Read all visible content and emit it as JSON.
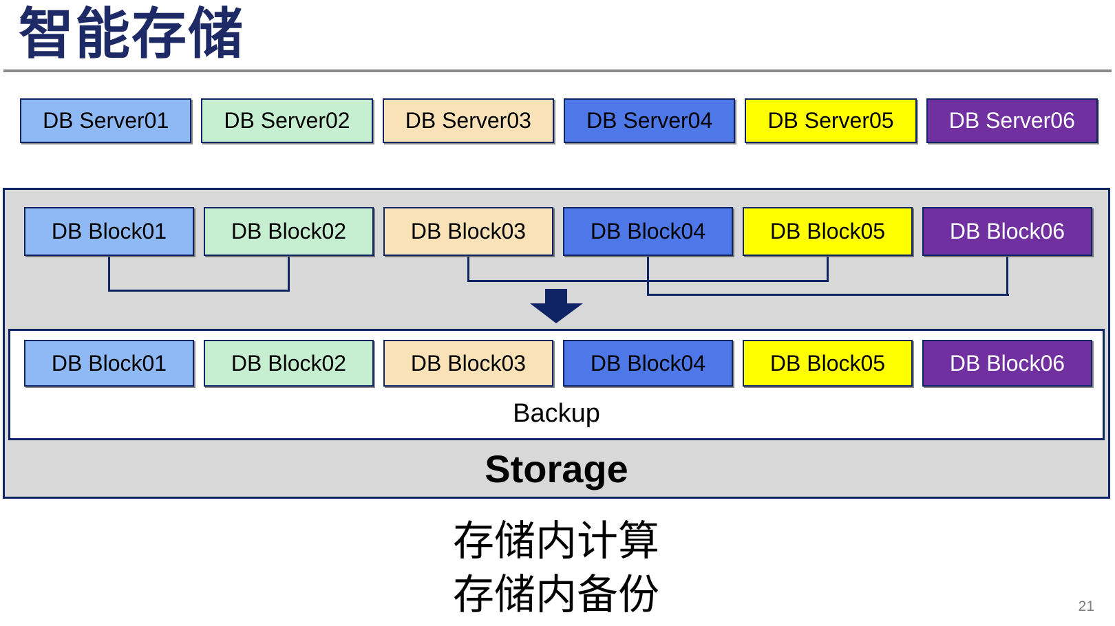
{
  "title": "智能存储",
  "servers": [
    "DB Server01",
    "DB Server02",
    "DB Server03",
    "DB Server04",
    "DB Server05",
    "DB Server06"
  ],
  "storage_unit": {
    "source_blocks": [
      "DB Block01",
      "DB Block02",
      "DB Block03",
      "DB Block04",
      "DB Block05",
      "DB Block06"
    ],
    "backup_blocks": [
      "DB Block01",
      "DB Block02",
      "DB Block03",
      "DB Block04",
      "DB Block05",
      "DB Block06"
    ],
    "backup_label": "Backup",
    "storage_label": "Storage"
  },
  "captions": {
    "line1": "存储内计算",
    "line2": "存储内备份"
  },
  "page_number": "21",
  "colors": {
    "navy": "#0F2464",
    "title_color": "#1E2A66",
    "container_bg": "#D8D8D8",
    "rule": "#8A8A8A",
    "page_number": "#7F7F7F",
    "palette": [
      {
        "bg": "#8FB9F4",
        "fg": "#000000"
      },
      {
        "bg": "#C5EFD0",
        "fg": "#000000"
      },
      {
        "bg": "#F9E1B8",
        "fg": "#000000"
      },
      {
        "bg": "#4E78E8",
        "fg": "#000000"
      },
      {
        "bg": "#FFFF00",
        "fg": "#000000"
      },
      {
        "bg": "#7030A0",
        "fg": "#FFFFFF"
      }
    ]
  }
}
